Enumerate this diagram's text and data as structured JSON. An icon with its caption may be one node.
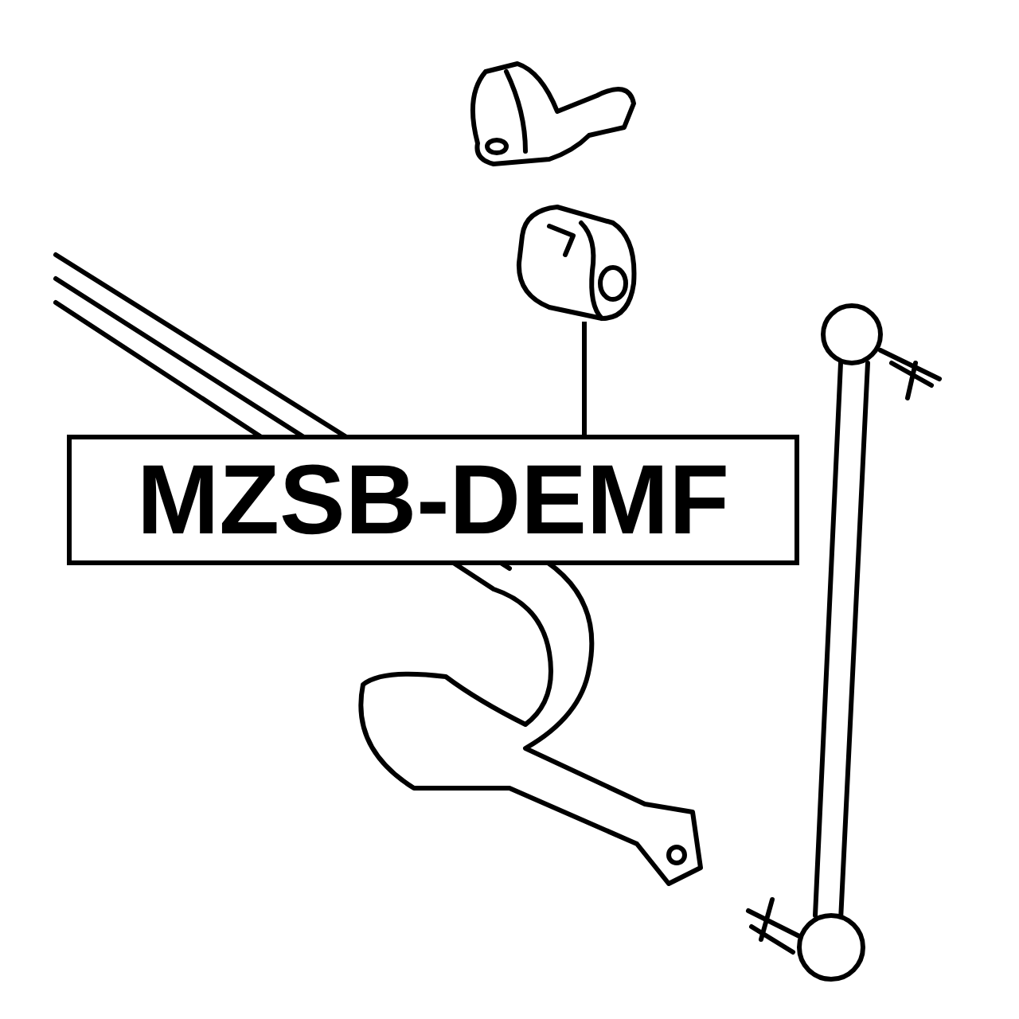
{
  "diagram": {
    "nodes": [
      {
        "text": [
          "MZSB-DEMF"
        ]
      },
      {
        "text": [],
        "shape": "picture"
      }
    ],
    "edges": [
      {
        "from": 0,
        "to": 1,
        "arrow": "none"
      }
    ]
  }
}
